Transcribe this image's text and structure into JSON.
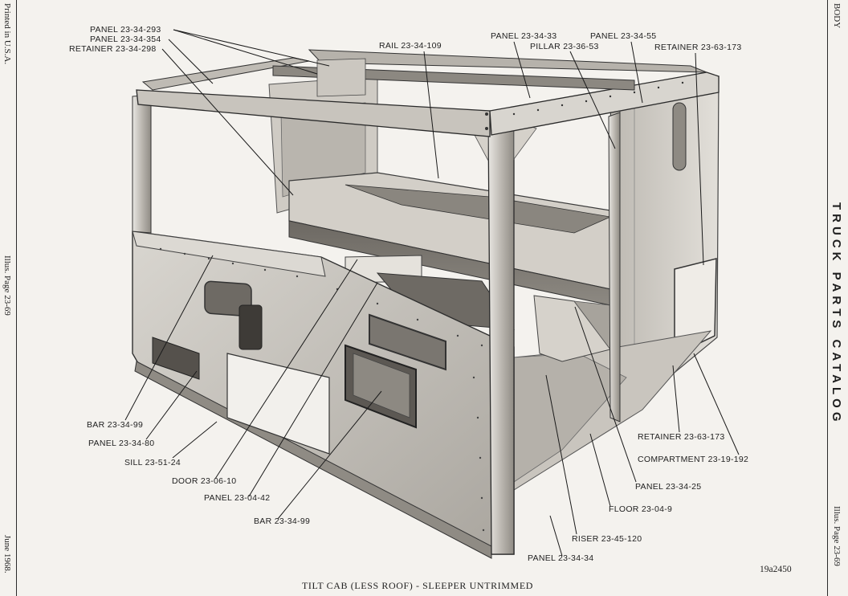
{
  "page": {
    "section": "BODY",
    "catalog_title": "TRUCK PARTS CATALOG",
    "printed": "Printed in U.S.A.",
    "illus_page_left": "Illus. Page  23-69",
    "illus_page_right": "Illus. Page  23-69",
    "date": "June 1968.",
    "caption": "TILT CAB (LESS ROOF) - SLEEPER UNTRIMMED",
    "figure_id": "19a2450"
  },
  "callouts": [
    {
      "id": "panel-23-34-293",
      "label": "PANEL  23-34-293"
    },
    {
      "id": "panel-23-34-354",
      "label": "PANEL  23-34-354"
    },
    {
      "id": "retainer-23-34-298",
      "label": "RETAINER  23-34-298"
    },
    {
      "id": "rail-23-34-109",
      "label": "RAIL  23-34-109"
    },
    {
      "id": "panel-23-34-33",
      "label": "PANEL  23-34-33"
    },
    {
      "id": "pillar-23-36-53",
      "label": "PILLAR  23-36-53"
    },
    {
      "id": "panel-23-34-55",
      "label": "PANEL  23-34-55"
    },
    {
      "id": "retainer-23-63-173-top",
      "label": "RETAINER  23-63-173"
    },
    {
      "id": "bar-23-34-99-left",
      "label": "BAR  23-34-99"
    },
    {
      "id": "panel-23-34-80",
      "label": "PANEL  23-34-80"
    },
    {
      "id": "sill-23-51-24",
      "label": "SILL  23-51-24"
    },
    {
      "id": "door-23-06-10",
      "label": "DOOR  23-06-10"
    },
    {
      "id": "panel-23-04-42",
      "label": "PANEL  23-04-42"
    },
    {
      "id": "bar-23-34-99-bottom",
      "label": "BAR  23-34-99"
    },
    {
      "id": "retainer-23-63-173-bottom",
      "label": "RETAINER  23-63-173"
    },
    {
      "id": "compartment-23-19-192",
      "label": "COMPARTMENT  23-19-192"
    },
    {
      "id": "panel-23-34-25",
      "label": "PANEL  23-34-25"
    },
    {
      "id": "floor-23-04-9",
      "label": "FLOOR  23-04-9"
    },
    {
      "id": "riser-23-45-120",
      "label": "RISER  23-45-120"
    },
    {
      "id": "panel-23-34-34",
      "label": "PANEL  23-34-34"
    }
  ]
}
